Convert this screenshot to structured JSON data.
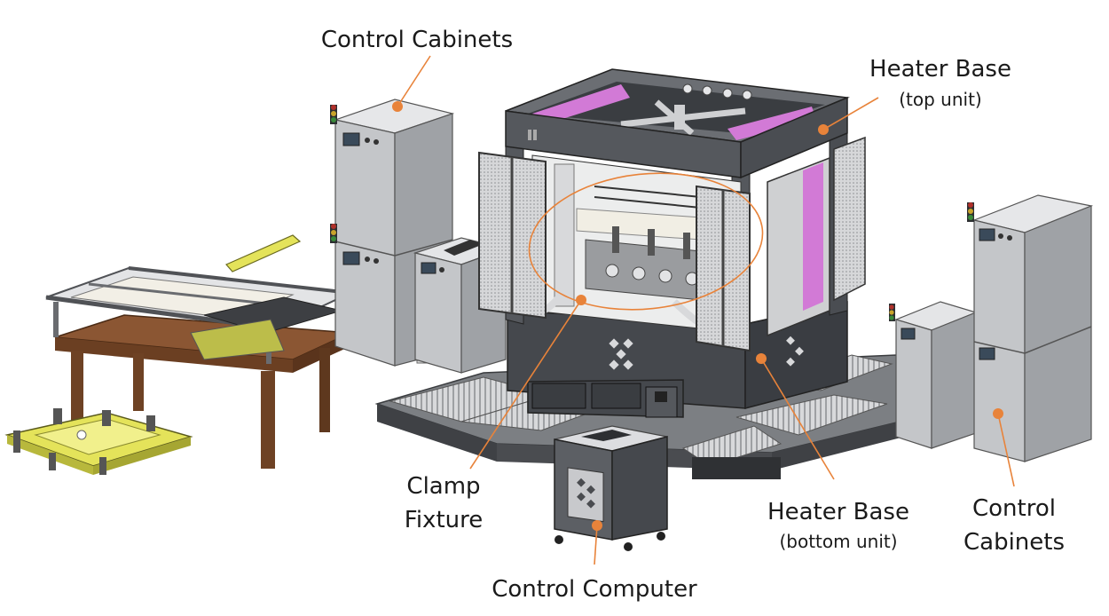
{
  "labels": {
    "control_cabinets_top": "Control Cabinets",
    "heater_base_top": "Heater Base",
    "heater_base_top_sub": "(top unit)",
    "clamp_fixture_line1": "Clamp",
    "clamp_fixture_line2": "Fixture",
    "heater_base_bottom": "Heater Base",
    "heater_base_bottom_sub": "(bottom unit)",
    "control_cabinets_right_line1": "Control",
    "control_cabinets_right_line2": "Cabinets",
    "control_computer": "Control Computer"
  },
  "colors": {
    "callout_accent": "#e8833a",
    "machine_frame": "#4a4d52",
    "cabinet_body": "#b9bcc0",
    "fixture_yellow": "#e4e35a",
    "heater_magenta": "#d27ad6",
    "table_wood": "#7a4a2c",
    "base_grey": "#8c8f93"
  }
}
